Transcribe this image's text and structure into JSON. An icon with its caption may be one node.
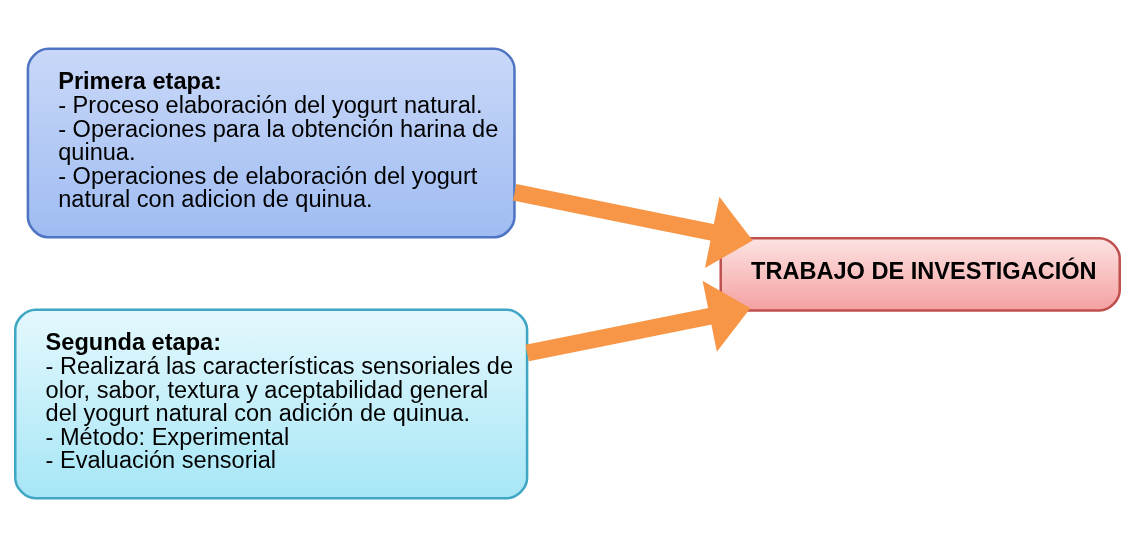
{
  "diagram": {
    "nodes": [
      {
        "text": [
          "Primera etapa:",
          "- Proceso elaboración del yogurt natural.",
          "- Operaciones para la obtención harina de quinua.",
          "- Operaciones de elaboración del yogurt natural con adicion de quinua."
        ]
      },
      {
        "text": [
          "Segunda etapa:",
          "- Realizará las características sensoriales de olor, sabor, textura y aceptabilidad general del yogurt natural con adición de quinua.",
          "- Método: Experimental",
          "- Evaluación sensorial"
        ]
      },
      {
        "text": [
          "TRABAJO DE INVESTIGACIÓN"
        ]
      }
    ],
    "edges": [
      {
        "from": 0,
        "to": 2,
        "arrow": "to",
        "color": "#f79646"
      },
      {
        "from": 1,
        "to": 2,
        "arrow": "to",
        "color": "#f79646"
      }
    ]
  }
}
